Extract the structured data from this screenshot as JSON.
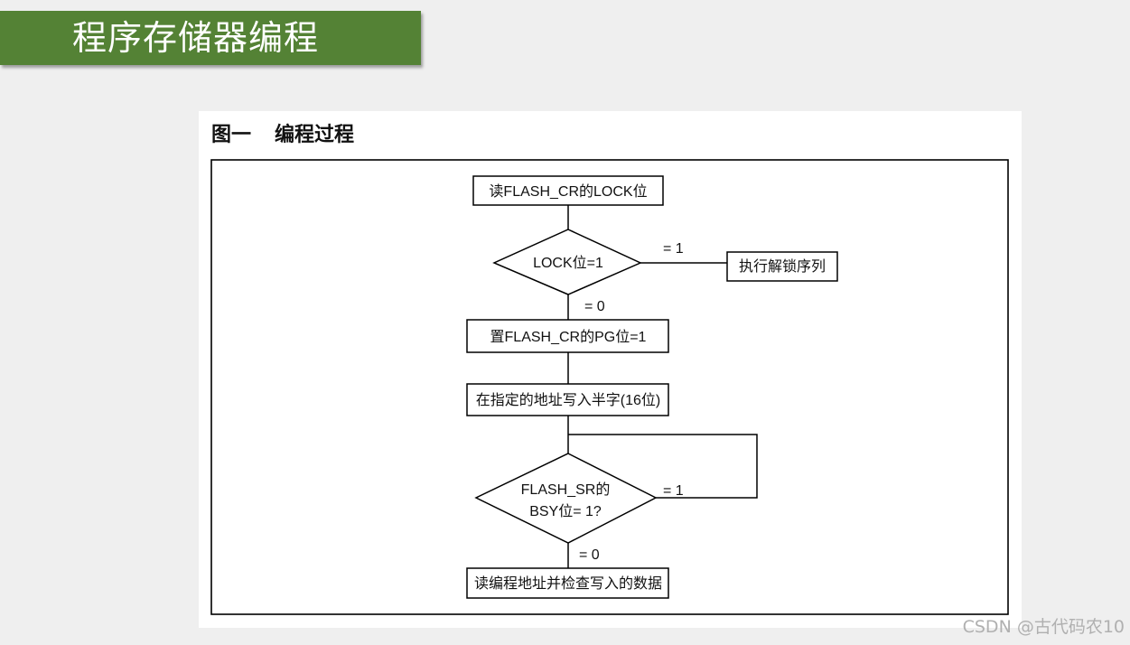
{
  "slide": {
    "title": "程序存储器编程"
  },
  "figure": {
    "caption_number": "图一",
    "caption_title": "编程过程"
  },
  "flowchart": {
    "read_lock": "读FLASH_CR的LOCK位",
    "lock_decision": "LOCK位=1",
    "lock_yes": "= 1",
    "lock_no": "= 0",
    "unlock_sequence": "执行解锁序列",
    "set_pg": "置FLASH_CR的PG位=1",
    "write_halfword": "在指定的地址写入半字(16位)",
    "bsy_decision_line1": "FLASH_SR的",
    "bsy_decision_line2": "BSY位= 1?",
    "bsy_yes": "= 1",
    "bsy_no": "= 0",
    "verify": "读编程地址并检查写入的数据"
  },
  "watermark": "CSDN @古代码农10"
}
